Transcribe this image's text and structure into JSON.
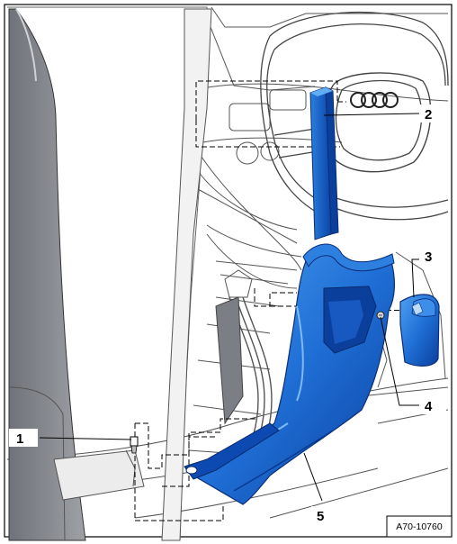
{
  "figure": {
    "reference_code": "A70-10760",
    "callouts": [
      {
        "number": "1",
        "part": "clip"
      },
      {
        "number": "2",
        "part": "steering-column trim"
      },
      {
        "number": "3",
        "part": "cover"
      },
      {
        "number": "4",
        "part": "screw"
      },
      {
        "number": "5",
        "part": "a-pillar lower trim"
      }
    ],
    "colors": {
      "trim_blue": "#1f6fd6",
      "trim_blue_dark": "#0b3f9c",
      "line_art": "#444444",
      "pillar_gray": "#8b8e94"
    }
  }
}
